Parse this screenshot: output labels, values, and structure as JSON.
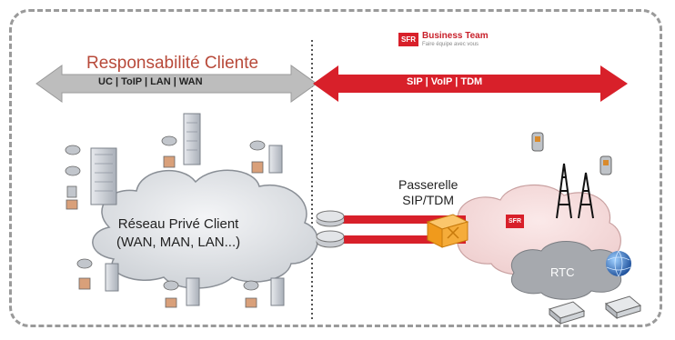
{
  "diagram": {
    "left_zone": {
      "title": "Responsabilité Cliente",
      "arrow_label": "UC | ToIP | LAN | WAN"
    },
    "right_zone": {
      "brand": {
        "logo_text": "SFR",
        "name": "Business Team",
        "tagline": "Faire équipe avec vous"
      },
      "arrow_label": "SIP | VoIP | TDM"
    },
    "private_network": {
      "line1": "Réseau Privé Client",
      "line2": "(WAN, MAN, LAN...)"
    },
    "gateway": {
      "line1": "Passerelle",
      "line2": "SIP/TDM"
    },
    "operator_cloud": {
      "logo_text": "SFR"
    },
    "pstn": {
      "label": "RTC"
    }
  },
  "colors": {
    "left_arrow": "#bdbdbd",
    "right_arrow": "#d8202a",
    "gateway": "#f5a623",
    "brand_red": "#d8202a"
  }
}
